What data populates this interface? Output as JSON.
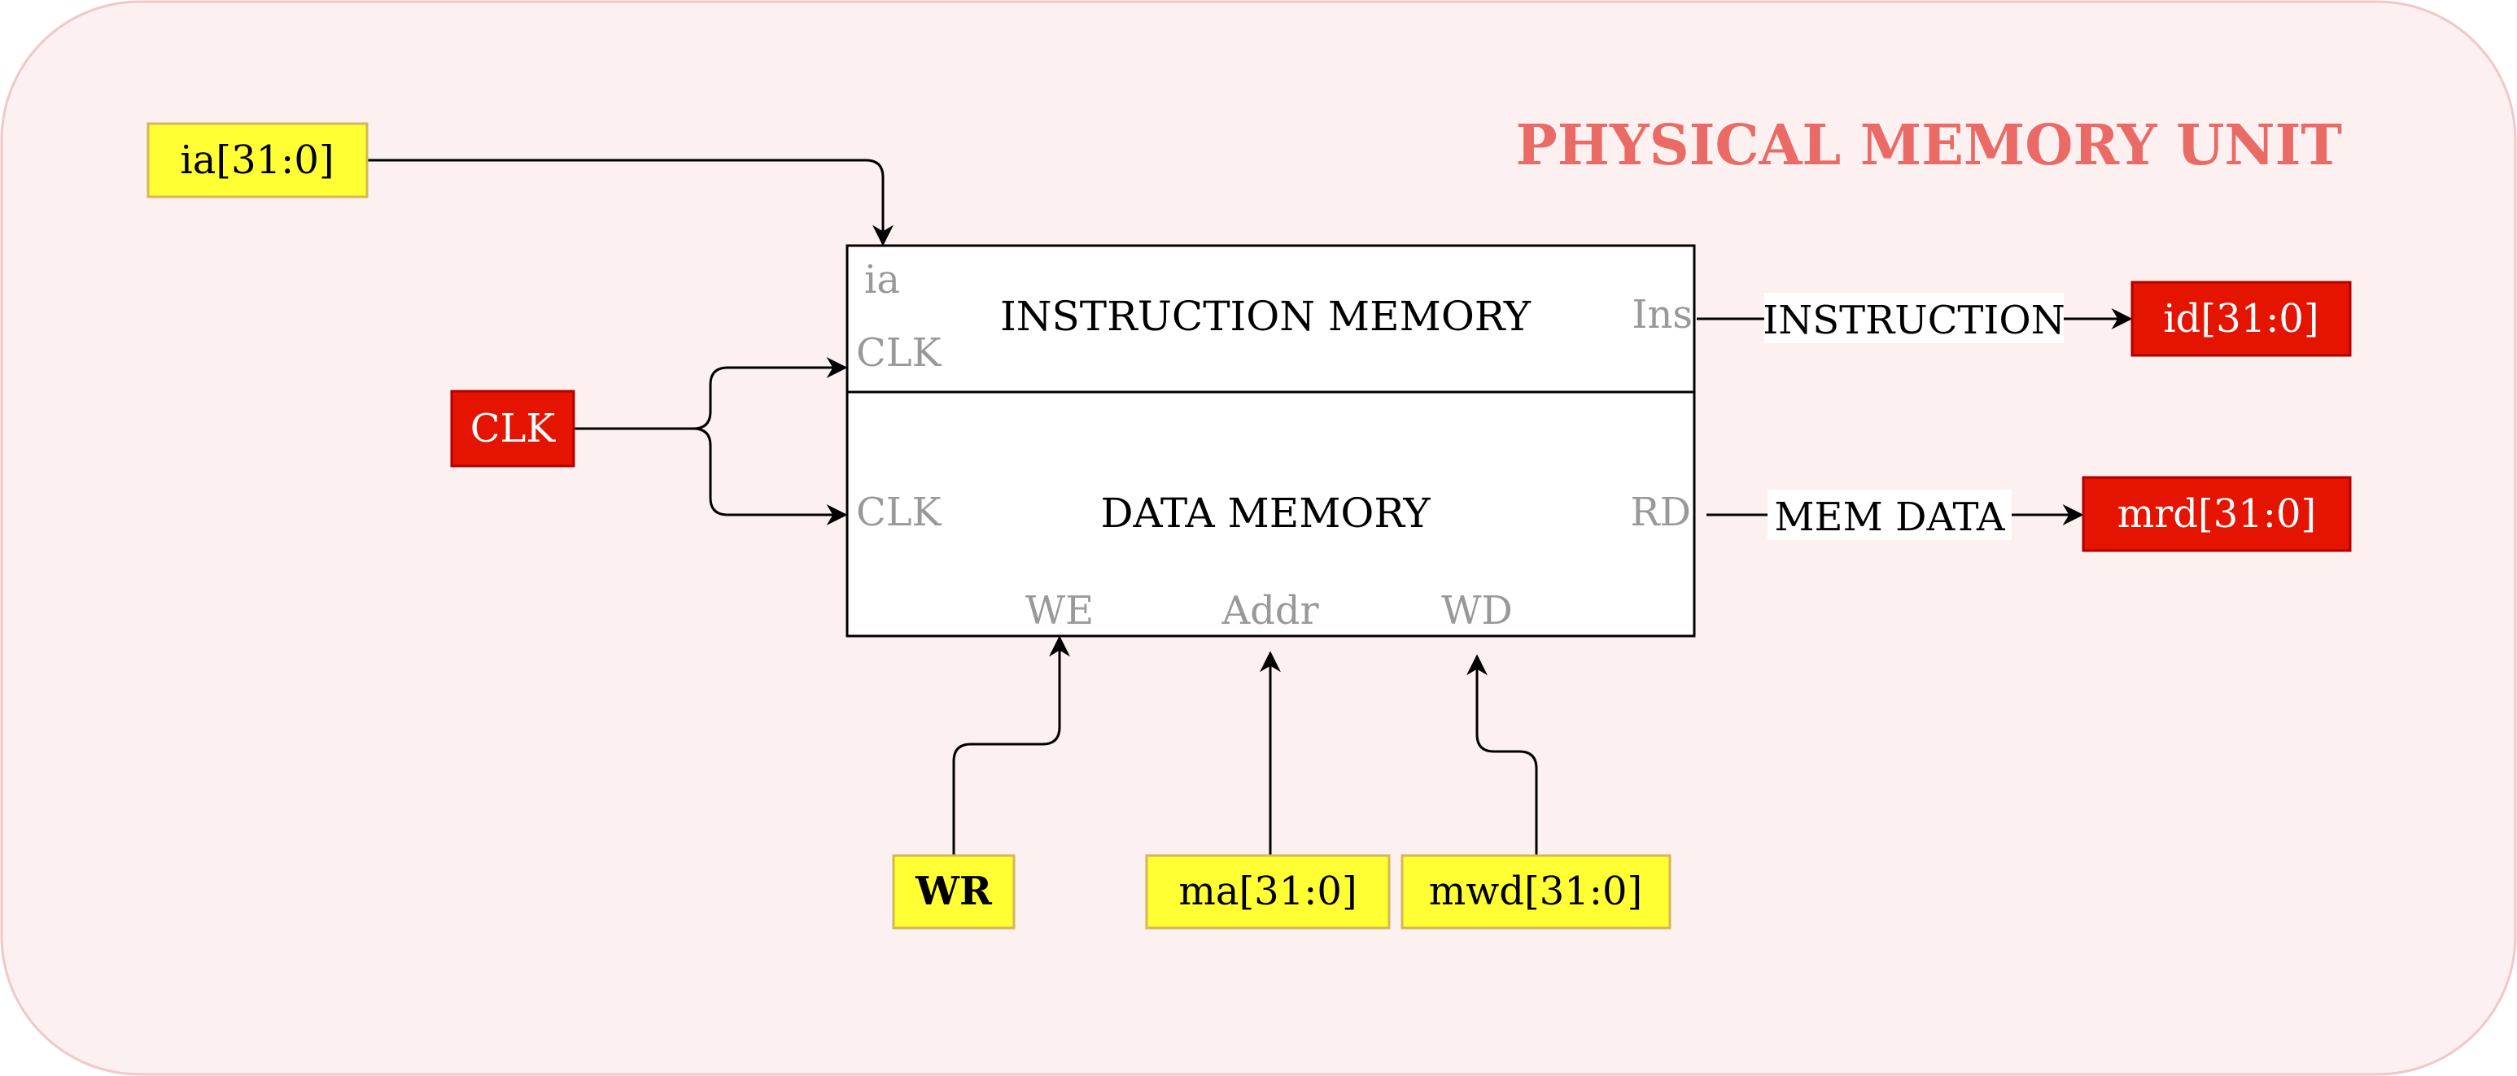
{
  "title": "PHYSICAL MEMORY UNIT",
  "blocks": {
    "instruction_memory": {
      "label": "INSTRUCTION MEMORY",
      "ports": {
        "ia": "ia",
        "clk": "CLK",
        "ins": "Ins"
      }
    },
    "data_memory": {
      "label": "DATA MEMORY",
      "ports": {
        "clk": "CLK",
        "rd": "RD",
        "we": "WE",
        "addr": "Addr",
        "wd": "WD"
      }
    }
  },
  "inputs": {
    "ia": "ia[31:0]",
    "clk": "CLK",
    "wr": "WR",
    "ma": "ma[31:0]",
    "mwd": "mwd[31:0]"
  },
  "outputs": {
    "id": "id[31:0]",
    "mrd": "mrd[31:0]"
  },
  "wire_labels": {
    "instruction": "INSTRUCTION",
    "mem_data": "MEM DATA"
  },
  "colors": {
    "background": "#FCF0F0",
    "border": "#F0C8C8",
    "title": "#EA6B66",
    "input_fill": "#FFFF33",
    "input_stroke": "#D6B656",
    "output_fill": "#E51400",
    "output_stroke": "#B20000",
    "port_text": "#999999"
  }
}
